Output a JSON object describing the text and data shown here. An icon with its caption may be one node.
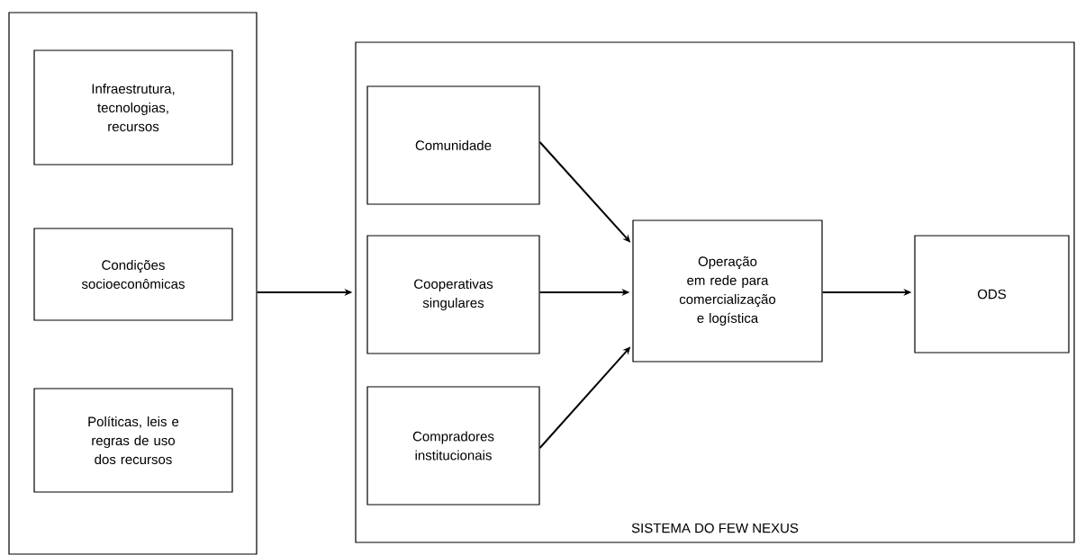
{
  "diagram": {
    "nodes": [
      {
        "text": [],
        "shape": "box"
      },
      {
        "text": [
          "Infraestrutura, tecnologias, recursos"
        ],
        "in": 0
      },
      {
        "text": [
          "Condições socioeconômicas"
        ],
        "in": 0
      },
      {
        "text": [
          "Políticas, leis e regras de uso dos recursos"
        ],
        "in": 0
      },
      {
        "text": [
          "SISTEMA DO FEW NEXUS"
        ]
      },
      {
        "text": [
          "Comunidade"
        ],
        "in": 4
      },
      {
        "text": [
          "Cooperativas singulares"
        ],
        "in": 4
      },
      {
        "text": [
          "Compradores institucionais"
        ],
        "in": 4
      },
      {
        "text": [
          "Operação em rede para comercialização e logística"
        ],
        "in": 4
      },
      {
        "text": [
          "ODS"
        ],
        "in": 4
      }
    ],
    "edges": [
      {
        "from": 0,
        "to": 4,
        "arrow": "to"
      },
      {
        "from": 5,
        "to": 8,
        "arrow": "to"
      },
      {
        "from": 6,
        "to": 8,
        "arrow": "to"
      },
      {
        "from": 7,
        "to": 8,
        "arrow": "to"
      },
      {
        "from": 8,
        "to": 9,
        "arrow": "to"
      }
    ]
  }
}
